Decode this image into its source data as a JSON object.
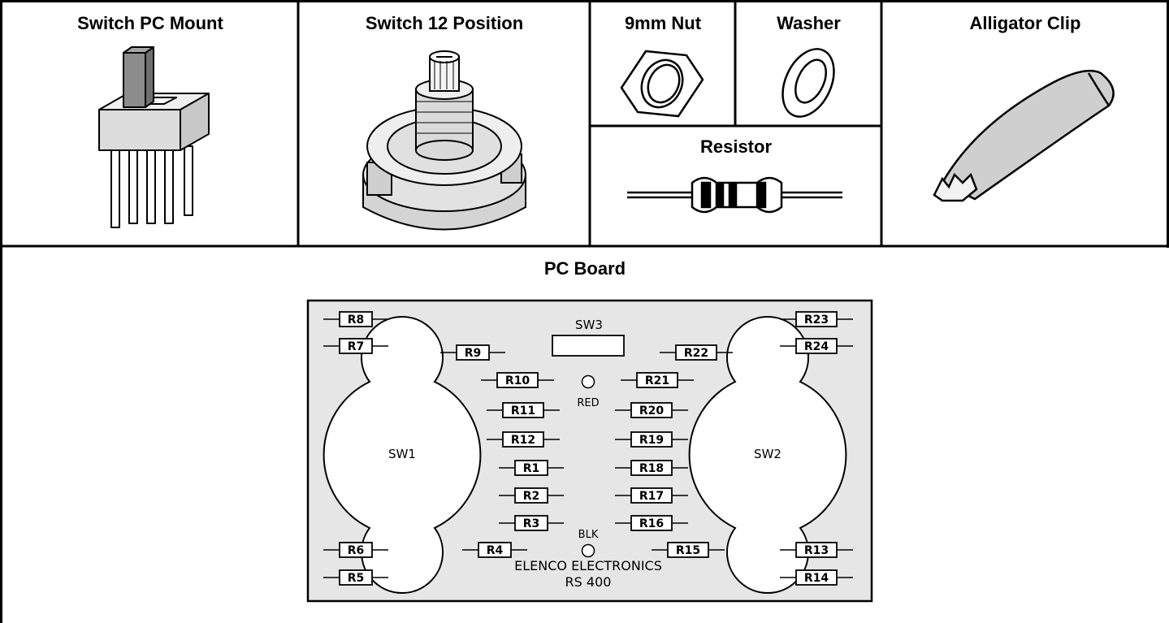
{
  "parts": {
    "switch_pc_mount": "Switch PC Mount",
    "switch_12_position": "Switch 12 Position",
    "nut": "9mm Nut",
    "washer": "Washer",
    "alligator_clip": "Alligator Clip",
    "resistor": "Resistor",
    "pc_board": "PC Board"
  },
  "board": {
    "resistors": {
      "r1": "R1",
      "r2": "R2",
      "r3": "R3",
      "r4": "R4",
      "r5": "R5",
      "r6": "R6",
      "r7": "R7",
      "r8": "R8",
      "r9": "R9",
      "r10": "R10",
      "r11": "R11",
      "r12": "R12",
      "r13": "R13",
      "r14": "R14",
      "r15": "R15",
      "r16": "R16",
      "r17": "R17",
      "r18": "R18",
      "r19": "R19",
      "r20": "R20",
      "r21": "R21",
      "r22": "R22",
      "r23": "R23",
      "r24": "R24"
    },
    "sw1": "SW1",
    "sw2": "SW2",
    "sw3": "SW3",
    "red": "RED",
    "blk": "BLK",
    "maker": "ELENCO ELECTRONICS",
    "model": "RS 400"
  },
  "colors": {
    "board_fill": "#e6e6e6",
    "ink": "#000000",
    "part_fill": "#d9d9d9",
    "knob_fill": "#8c8c8c"
  }
}
